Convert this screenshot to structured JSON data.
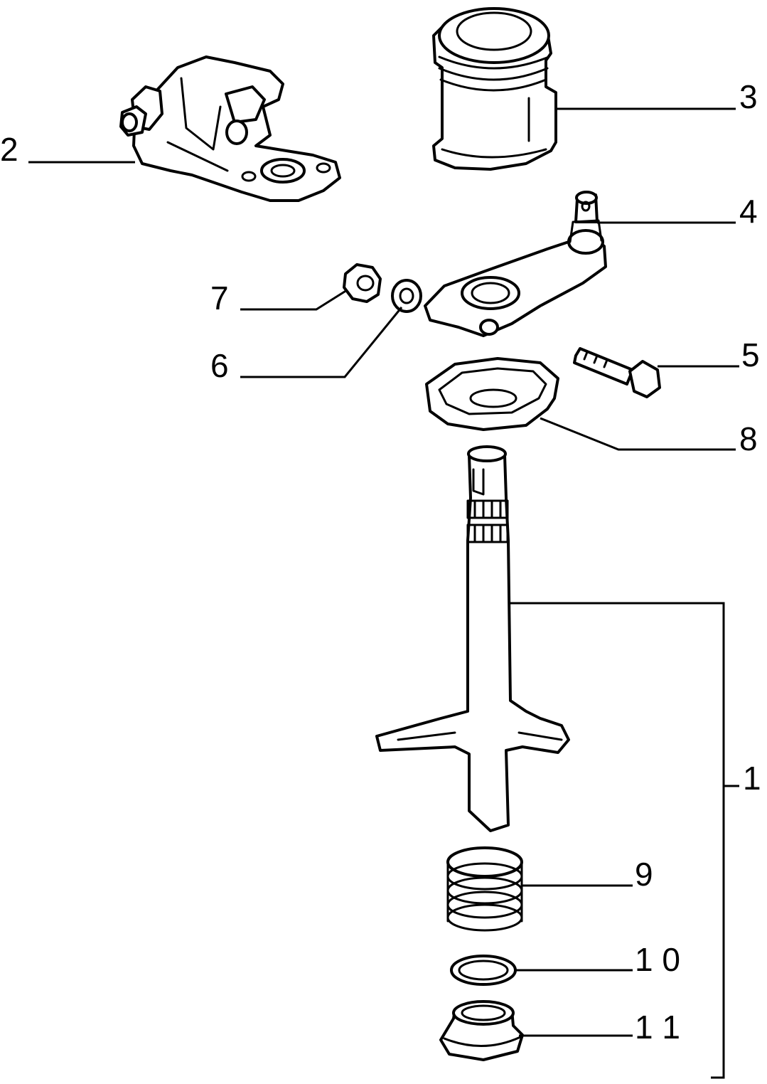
{
  "callouts": [
    {
      "id": "1",
      "label": "1"
    },
    {
      "id": "2",
      "label": "2"
    },
    {
      "id": "3",
      "label": "3"
    },
    {
      "id": "4",
      "label": "4"
    },
    {
      "id": "5",
      "label": "5"
    },
    {
      "id": "6",
      "label": "6"
    },
    {
      "id": "7",
      "label": "7"
    },
    {
      "id": "8",
      "label": "8"
    },
    {
      "id": "9",
      "label": "9"
    },
    {
      "id": "10",
      "label": "1 0"
    },
    {
      "id": "11",
      "label": "1 1"
    }
  ],
  "colors": {
    "line": "#000000",
    "background": "#ffffff"
  }
}
